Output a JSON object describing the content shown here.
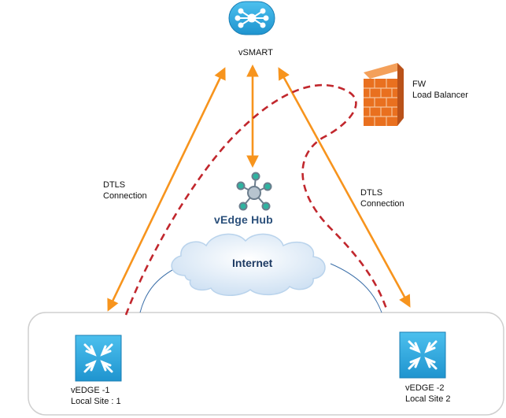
{
  "nodes": {
    "vsmart": {
      "label": "vSMART"
    },
    "firewall": {
      "line1": "FW",
      "line2": "Load Balancer"
    },
    "hub": {
      "label": "vEdge Hub"
    },
    "internet": {
      "label": "Internet"
    },
    "vedge1": {
      "line1": "vEDGE -1",
      "line2": "Local Site : 1"
    },
    "vedge2": {
      "line1": "vEDGE -2",
      "line2": "Local Site 2"
    }
  },
  "links": {
    "left": {
      "line1": "DTLS",
      "line2": "Connection"
    },
    "right": {
      "line1": "DTLS",
      "line2": "Connection"
    }
  },
  "colors": {
    "arrow": "#f7941d",
    "dashed": "#c1272d",
    "device": "#2aa8df",
    "site_box_border": "#cfcfcf",
    "cloud": "#dbe9f6",
    "fw_brick": "#e9701f"
  }
}
